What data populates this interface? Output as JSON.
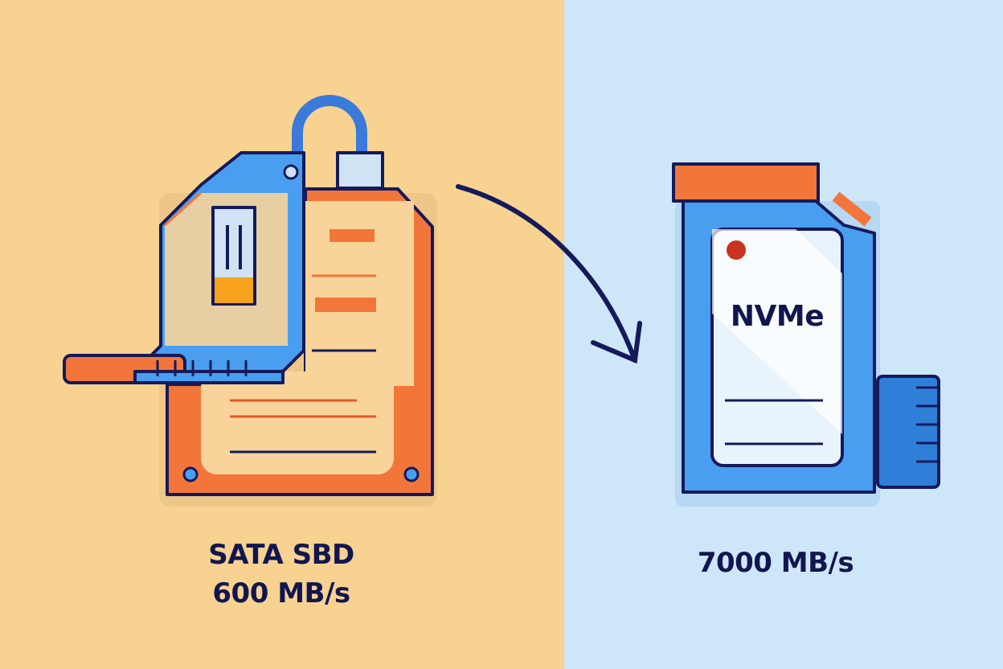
{
  "colors": {
    "left_background": "#f8d291",
    "right_background": "#cde6f8",
    "outline": "#141a5a",
    "orange": "#f26b2e",
    "blue": "#4a9ef0",
    "red_dot": "#c8321e"
  },
  "sata": {
    "name": "SATA SBD",
    "speed": "600 MB/s"
  },
  "nvme": {
    "card_label": "NVMe",
    "speed": "7000 MB/s"
  },
  "arrow": {
    "icon": "curved-arrow-icon"
  }
}
